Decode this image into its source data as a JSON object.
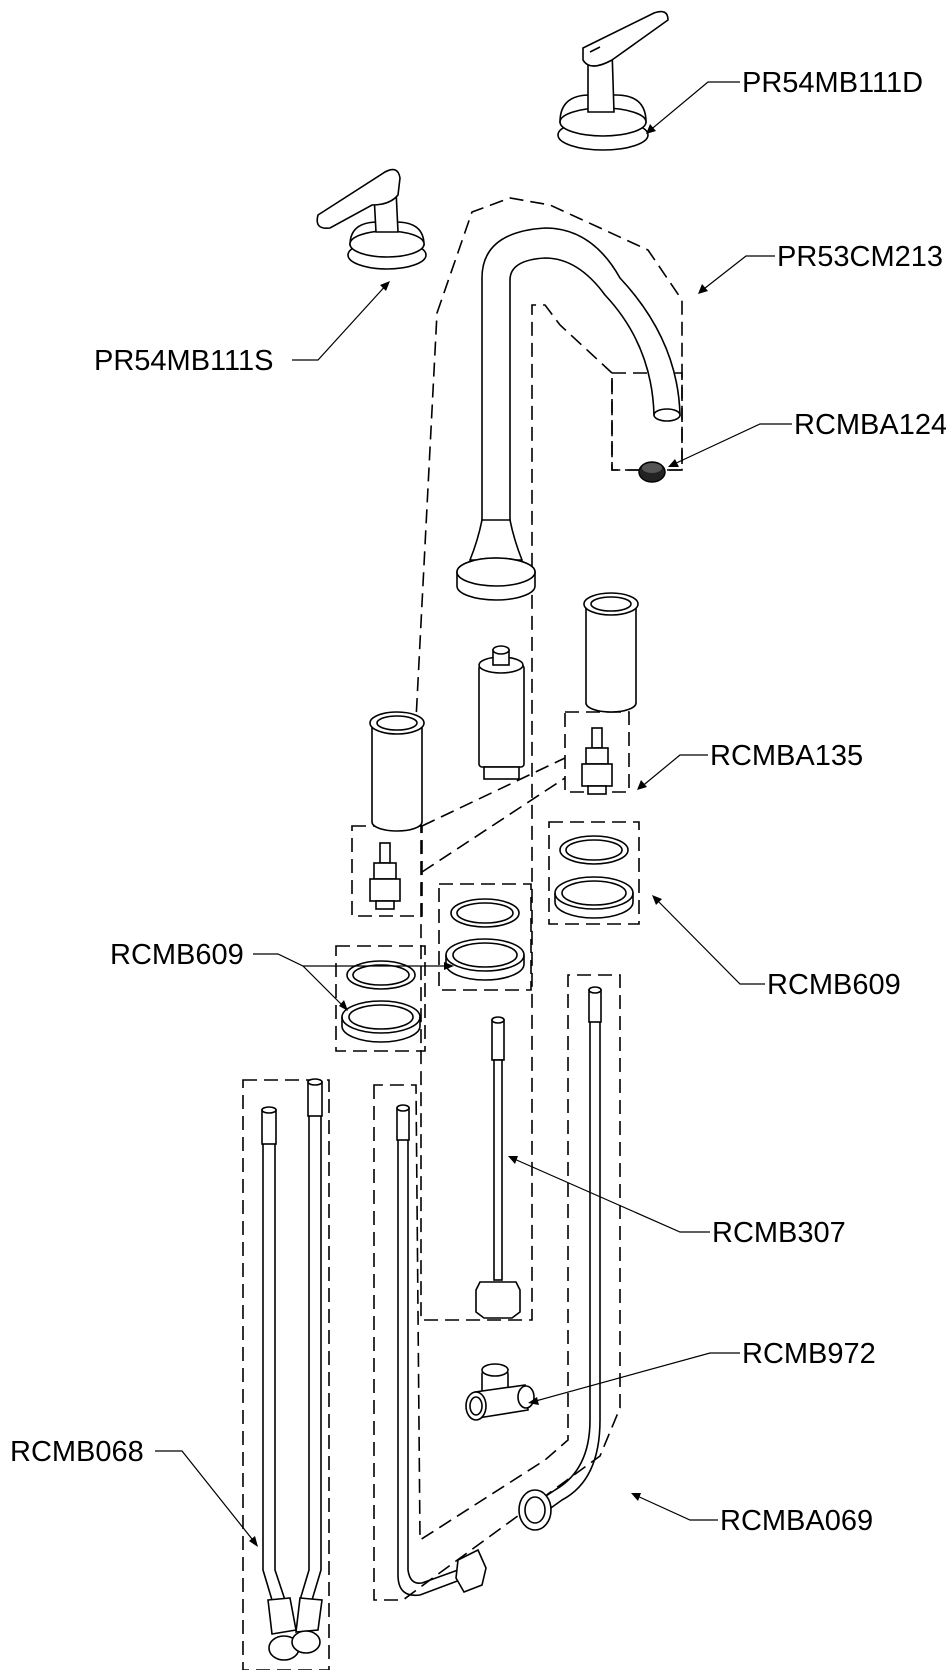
{
  "labels": {
    "pr54mb111d": "PR54MB111D",
    "pr53cm213": "PR53CM213",
    "pr54mb111s": "PR54MB111S",
    "rcmba124": "RCMBA124",
    "rcmba135": "RCMBA135",
    "rcmb609_left": "RCMB609",
    "rcmb609_right": "RCMB609",
    "rcmb307": "RCMB307",
    "rcmb972": "RCMB972",
    "rcmb068": "RCMB068",
    "rcmba069": "RCMBA069"
  }
}
